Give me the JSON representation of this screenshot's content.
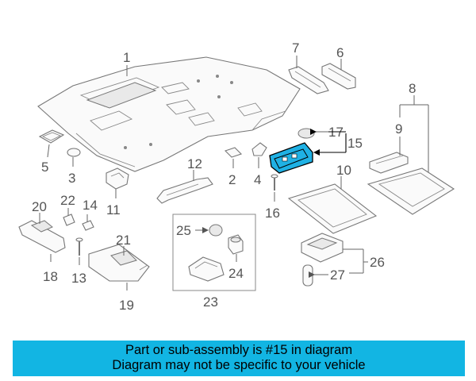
{
  "labels": [
    "1",
    "2",
    "3",
    "4",
    "5",
    "6",
    "7",
    "8",
    "9",
    "10",
    "11",
    "12",
    "13",
    "14",
    "15",
    "16",
    "17",
    "18",
    "19",
    "20",
    "21",
    "22",
    "23",
    "24",
    "25",
    "26",
    "27"
  ],
  "highlight_color": "#1fb1e4",
  "banner": {
    "background": "#12b5e3",
    "line1": "Part or sub-assembly is #15 in diagram",
    "line2": "Diagram may not be specific to your vehicle"
  }
}
